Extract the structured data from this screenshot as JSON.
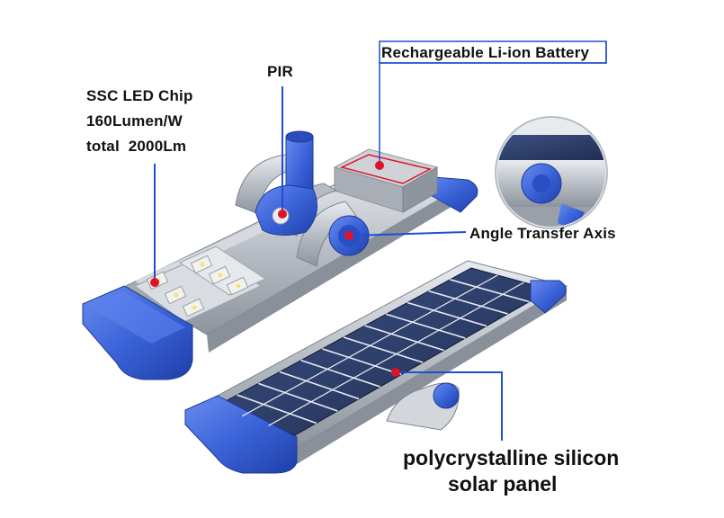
{
  "labels": {
    "ssc_line1": "SSC LED Chip",
    "ssc_line2": "160Lumen/W",
    "ssc_line3": "total  2000Lm",
    "pir": "PIR",
    "battery": "Rechargeable Li-ion Battery",
    "angle_axis": "Angle Transfer Axis",
    "solar_line1": "polycrystalline silicon",
    "solar_line2": "solar panel"
  },
  "colors": {
    "housing_blue": "#3a63d8",
    "callout_blue": "#1f4fd1",
    "marker_red": "#e01227",
    "aluminum": "#c8ccd2",
    "cell_blue": "#2c3e6b"
  }
}
